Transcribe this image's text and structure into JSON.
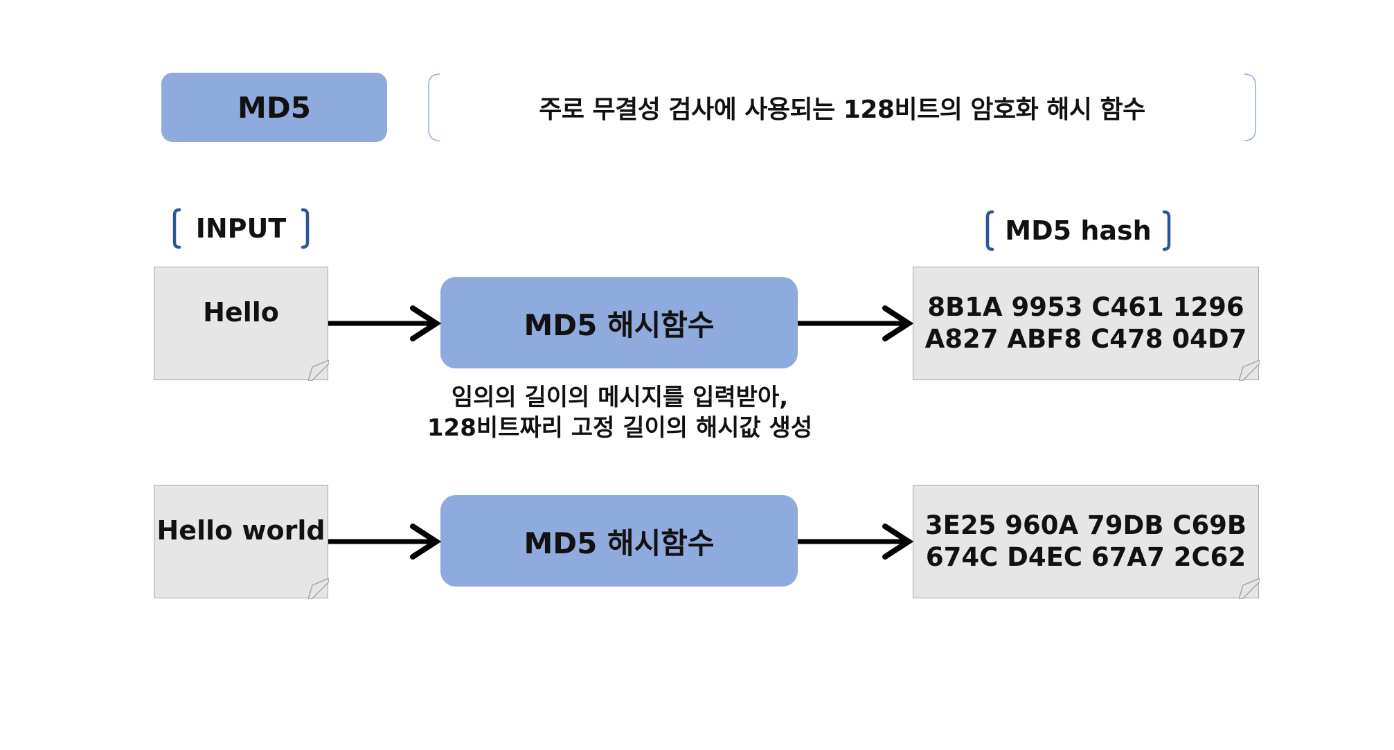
{
  "colors": {
    "box_fill": "#8faadc",
    "doc_fill": "#e7e6e6",
    "doc_border": "#a6a6a6",
    "bracket": "#2f5597",
    "arrow": "#000000",
    "desc_border": "#8faadc"
  },
  "header": {
    "title": "MD5",
    "description": "주로 무결성 검사에 사용되는 128비트의 암호화 해시 함수"
  },
  "labels": {
    "input": "INPUT",
    "output": "MD5 hash"
  },
  "rows": [
    {
      "input": "Hello",
      "function": "MD5 해시함수",
      "hash": "8B1A 9953 C461 1296\nA827 ABF8 C478 04D7"
    },
    {
      "input": "Hello world",
      "function": "MD5 해시함수",
      "hash": "3E25 960A 79DB C69B\n674C D4EC 67A7 2C62"
    }
  ],
  "caption": "임의의 길이의 메시지를 입력받아,\n128비트짜리 고정 길이의 해시값 생성"
}
